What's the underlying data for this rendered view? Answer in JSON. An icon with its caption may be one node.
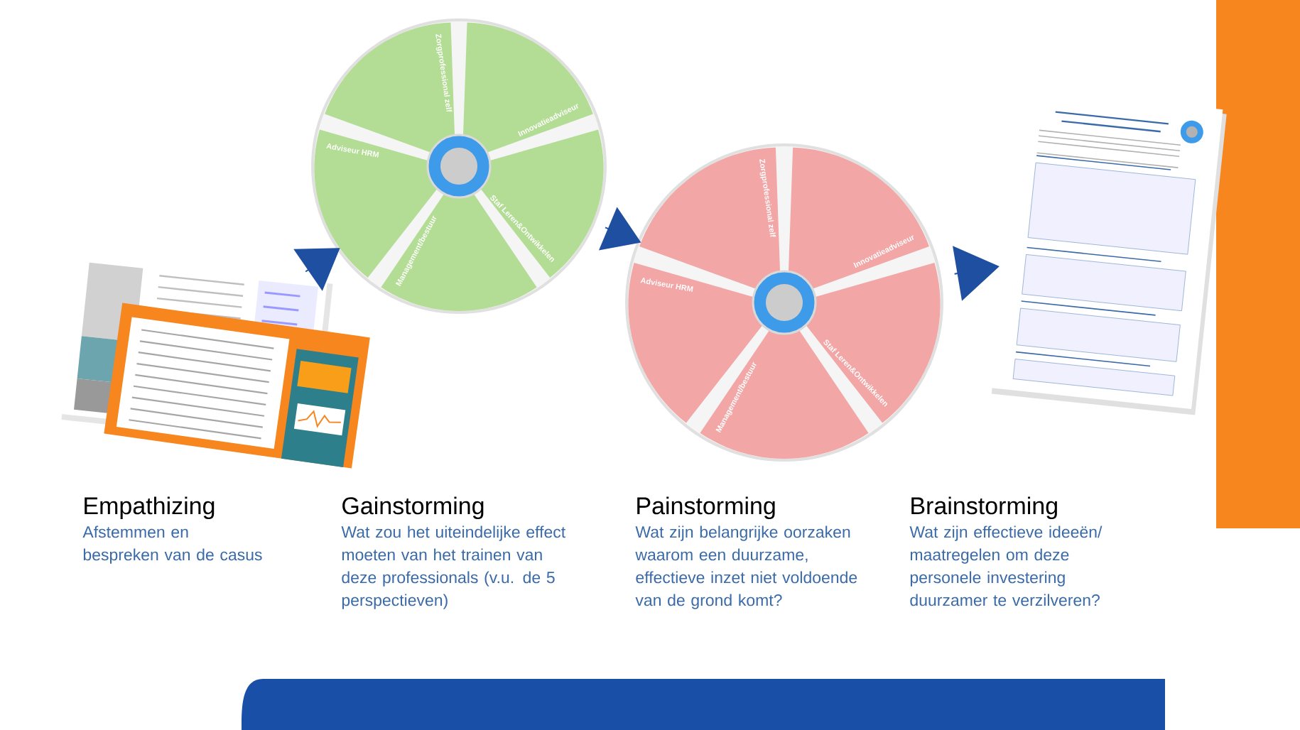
{
  "diagram": {
    "nodes": [
      {
        "text": [],
        "shape": "picture",
        "beside": [
          "Empathizing",
          "Afstemmen en bespreken van de casus"
        ]
      },
      {
        "text": [],
        "shape": "circle",
        "beside": [
          "Gainstorming",
          "Wat zou het uiteindelijke effect moeten van het trainen van deze professionals (v.u. de 5 perspectieven)"
        ]
      },
      {
        "text": [
          "Zorgprofessional zelf"
        ],
        "in": 1
      },
      {
        "text": [
          "Innovatieadviseur"
        ],
        "in": 1
      },
      {
        "text": [
          "Staf Leren&Ontwikkelen"
        ],
        "in": 1
      },
      {
        "text": [
          "Management/bestuur"
        ],
        "in": 1
      },
      {
        "text": [
          "Adviseur HRM"
        ],
        "in": 1
      },
      {
        "text": [],
        "shape": "circle",
        "in": 1
      },
      {
        "text": [],
        "shape": "circle",
        "beside": [
          "Painstorming",
          "Wat zijn belangrijke oorzaken waarom een duurzame, effectieve inzet niet voldoende van de grond komt?"
        ]
      },
      {
        "text": [
          "Zorgprofessional zelf"
        ],
        "in": 8
      },
      {
        "text": [
          "Innovatieadviseur"
        ],
        "in": 8
      },
      {
        "text": [
          "Staf Leren&Ontwikkelen"
        ],
        "in": 8
      },
      {
        "text": [
          "Management/bestuur"
        ],
        "in": 8
      },
      {
        "text": [
          "Adviseur HRM"
        ],
        "in": 8
      },
      {
        "text": [],
        "shape": "circle",
        "in": 8
      },
      {
        "text": [],
        "shape": "picture",
        "beside": [
          "Brainstorming",
          "Wat zijn effectieve ideeën/ maatregelen om deze personele investering duurzamer te verzilveren?"
        ]
      }
    ],
    "edges": [
      {
        "from": 0,
        "to": 1,
        "arrow": "to"
      },
      {
        "from": 1,
        "to": 8,
        "arrow": "to"
      },
      {
        "from": 8,
        "to": 15,
        "arrow": "to"
      }
    ]
  }
}
